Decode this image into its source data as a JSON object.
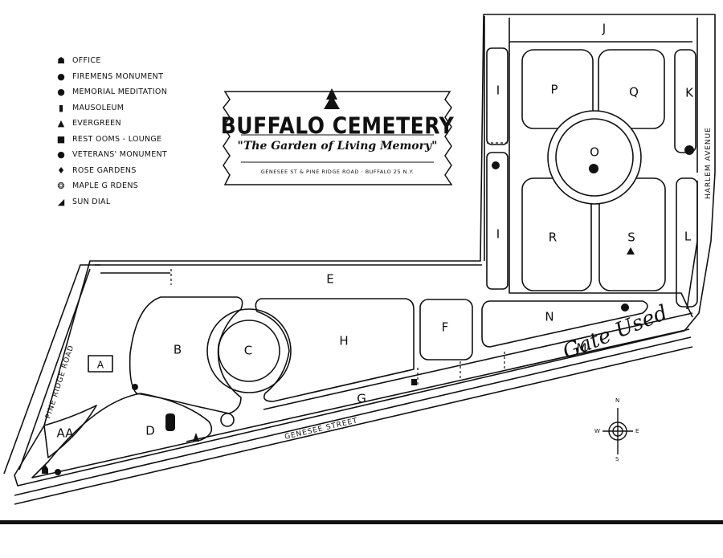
{
  "legend": [
    {
      "icon": "office-icon",
      "label": "OFFICE"
    },
    {
      "icon": "firemens-monument-icon",
      "label": "FIREMENS MONUMENT"
    },
    {
      "icon": "memorial-meditation-icon",
      "label": "MEMORIAL MEDITATION"
    },
    {
      "icon": "mausoleum-icon",
      "label": "MAUSOLEUM"
    },
    {
      "icon": "evergreen-icon",
      "label": "EVERGREEN"
    },
    {
      "icon": "rest-rooms-icon",
      "label": "REST OOMS - LOUNGE"
    },
    {
      "icon": "veterans-monument-icon",
      "label": "VETERANS' MONUMENT"
    },
    {
      "icon": "rose-gardens-icon",
      "label": "ROSE GARDENS"
    },
    {
      "icon": "maple-gardens-icon",
      "label": "MAPLE G RDENS"
    },
    {
      "icon": "sun-dial-icon",
      "label": "SUN DIAL"
    }
  ],
  "banner": {
    "title": "BUFFALO CEMETERY",
    "subtitle": "\"The Garden of Living Memory\"",
    "address": "GENESEE ST & PINE RIDGE ROAD · BUFFALO 25 N.Y."
  },
  "sections": {
    "J": "J",
    "I_top": "I",
    "I_bottom": "I",
    "K": "K",
    "L": "L",
    "P": "P",
    "Q": "Q",
    "O": "O",
    "R": "R",
    "S": "S",
    "E": "E",
    "B": "B",
    "C": "C",
    "H": "H",
    "F": "F",
    "N": "N",
    "M": "M",
    "G": "G",
    "D": "D",
    "AA": "AA",
    "A": "A"
  },
  "streets": {
    "genesee": "GENESEE STREET",
    "pine_ridge": "PINE RIDGE ROAD",
    "harlem": "HARLEM AVENUE"
  },
  "annotation": "Gate Used",
  "compass": {
    "n": "N",
    "s": "S",
    "e": "E",
    "w": "W"
  }
}
